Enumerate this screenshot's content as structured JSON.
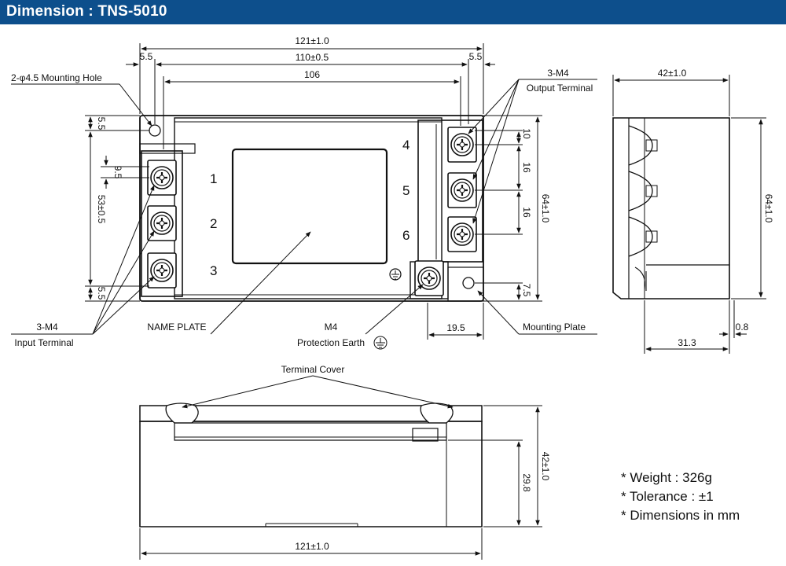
{
  "header": {
    "title": "Dimension : TNS-5010"
  },
  "top_view": {
    "dims": {
      "overall_width": "121±1.0",
      "hole_pitch": "110±0.5",
      "inner_width": "106",
      "left_offset": "5.5",
      "right_offset": "5.5",
      "top_margin": "5.5",
      "bottom_margin": "5.5",
      "terminal_pitch_left": "9.5",
      "left_span": "53±0.5",
      "right_top": "10",
      "right_pitch_1": "16",
      "right_pitch_2": "16",
      "height": "64±1.0",
      "bottom_right": "7.5",
      "plate_width": "19.5"
    },
    "terminal_numbers": [
      "1",
      "2",
      "3",
      "4",
      "5",
      "6"
    ],
    "callouts": {
      "mounting_hole": "2-φ4.5 Mounting Hole",
      "output_terminal_code": "3-M4",
      "output_terminal": "Output Terminal",
      "input_terminal_code": "3-M4",
      "input_terminal": "Input Terminal",
      "name_plate": "NAME PLATE",
      "protection_earth_code": "M4",
      "protection_earth": "Protection Earth",
      "mounting_plate": "Mounting Plate"
    }
  },
  "side_view": {
    "dims": {
      "width": "42±1.0",
      "height": "64±1.0",
      "thickness": "0.8",
      "depth": "31.3"
    }
  },
  "front_view": {
    "dims": {
      "height": "42±1.0",
      "body_height": "29.8",
      "width": "121±1.0"
    },
    "callouts": {
      "terminal_cover": "Terminal Cover"
    }
  },
  "notes": [
    "* Weight : 326g",
    "* Tolerance : ±1",
    "* Dimensions in mm"
  ]
}
